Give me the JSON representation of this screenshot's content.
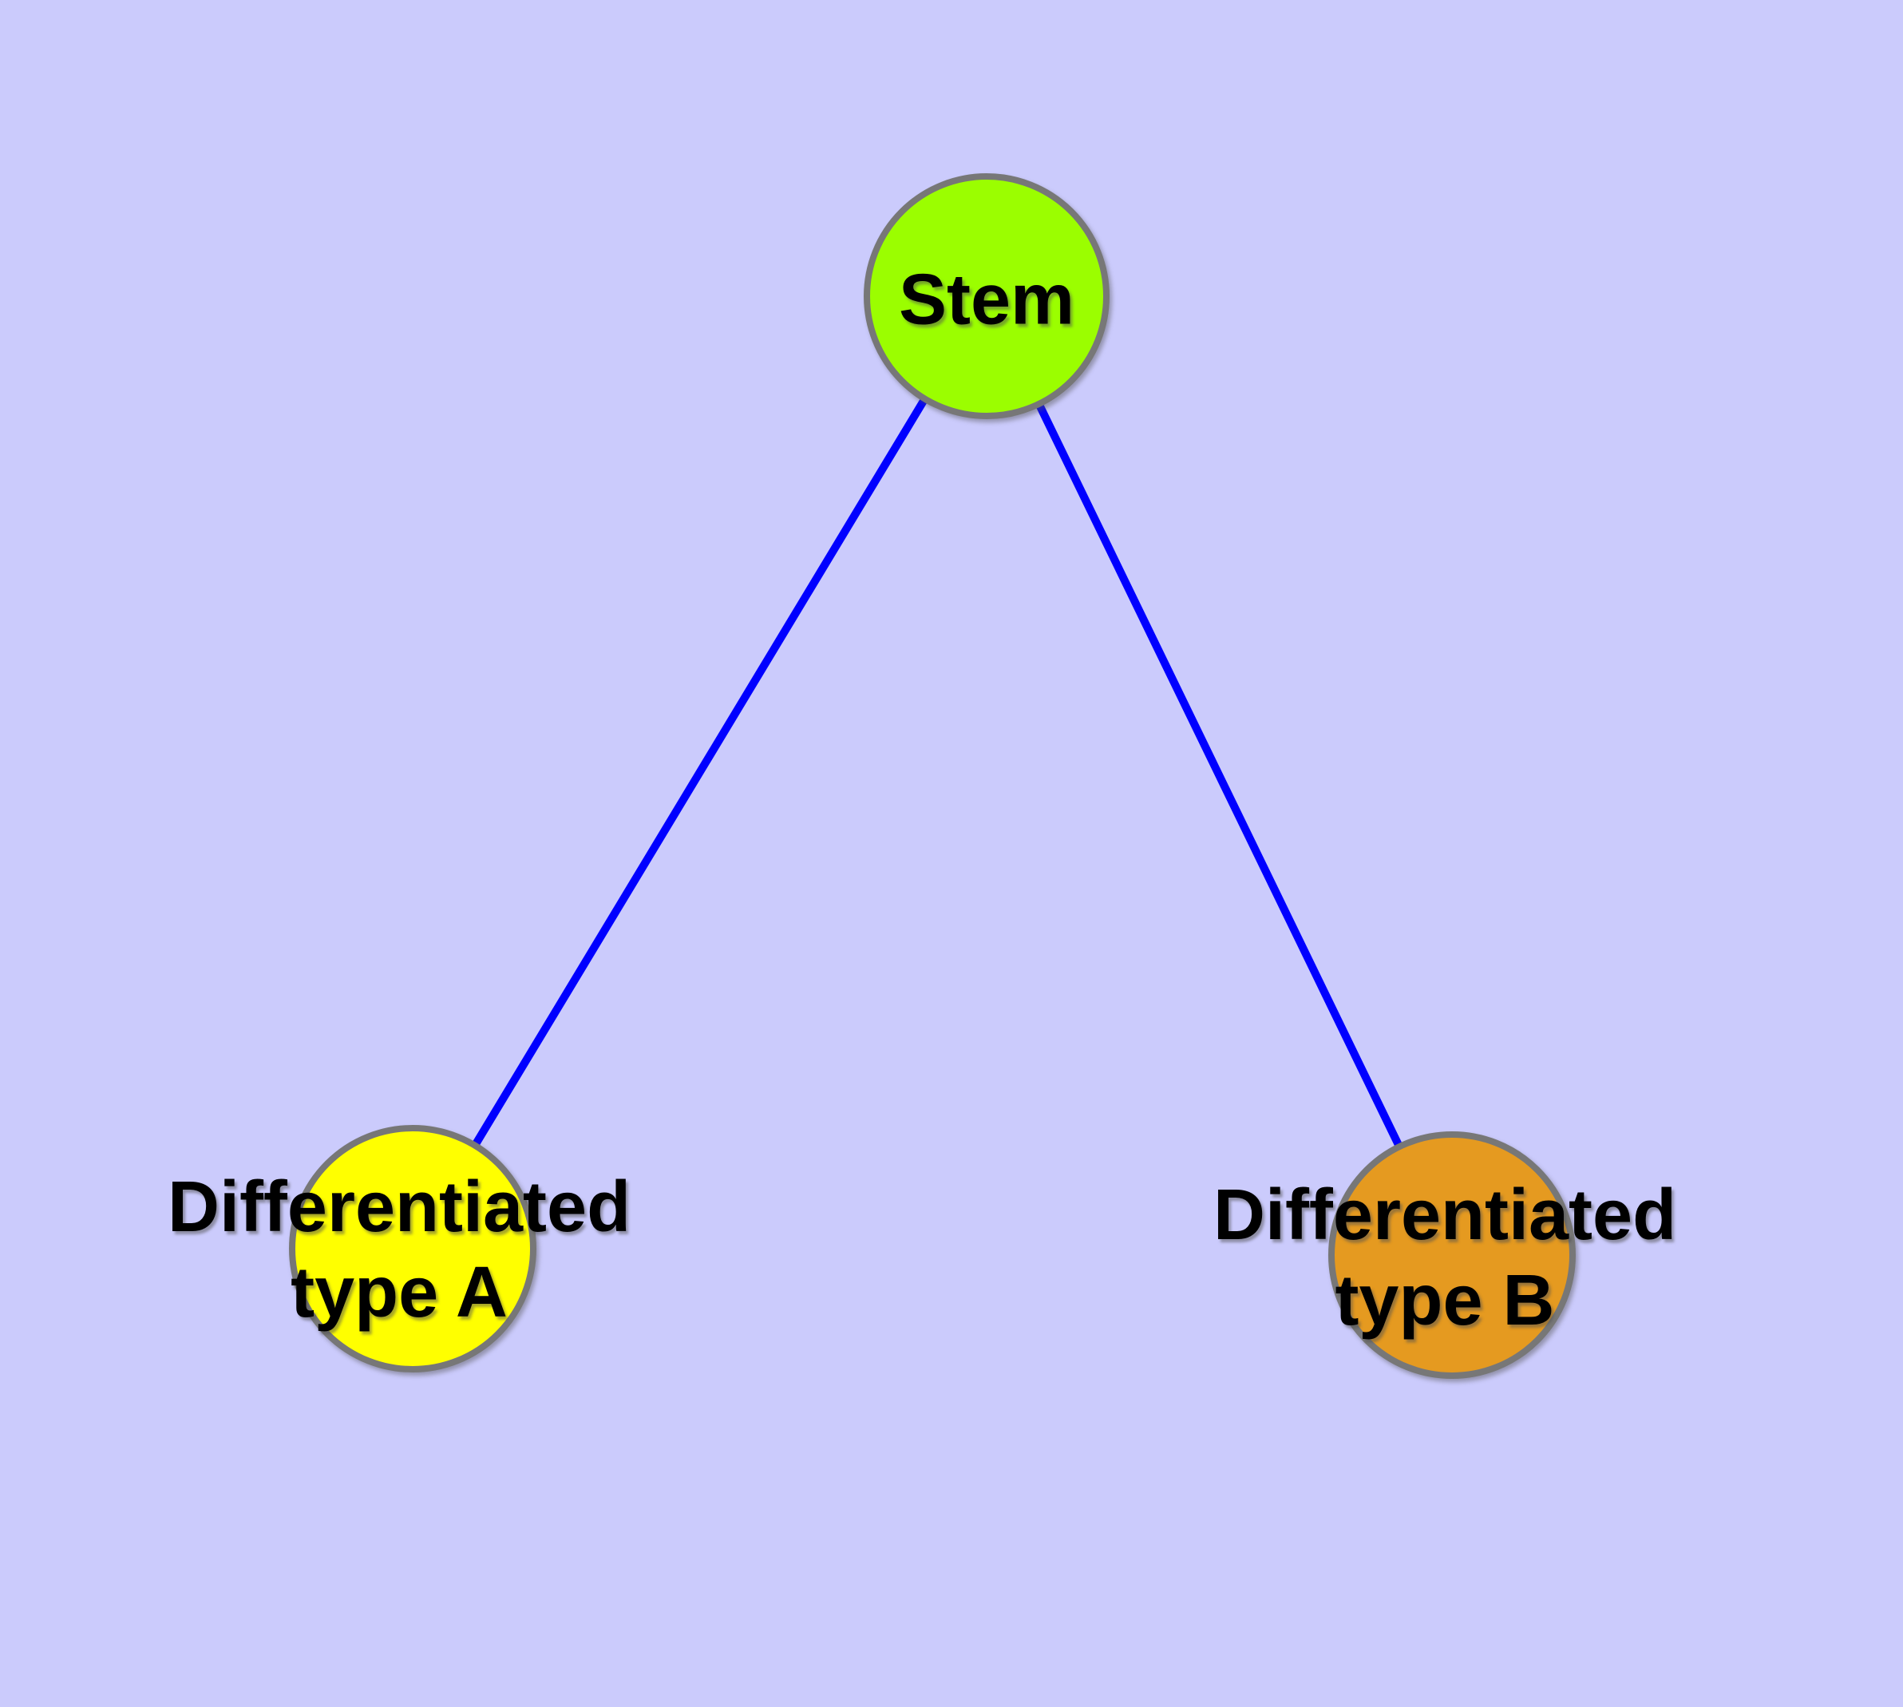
{
  "colors": {
    "background": "#CBCBFC",
    "edge": "#0000FF",
    "node_border": "#777777",
    "label_text": "#000000"
  },
  "nodes": [
    {
      "id": "stem",
      "label": "Stem",
      "fill": "#9BFE00"
    },
    {
      "id": "differentiated-type-a",
      "label": "Differentiated\ntype A",
      "fill": "#FFFF00"
    },
    {
      "id": "differentiated-type-b",
      "label": "Differentiated\ntype B",
      "fill": "#E59A20"
    }
  ],
  "edges": [
    {
      "from": "Stem",
      "to": "Differentiated type A"
    },
    {
      "from": "Stem",
      "to": "Differentiated type B"
    }
  ]
}
